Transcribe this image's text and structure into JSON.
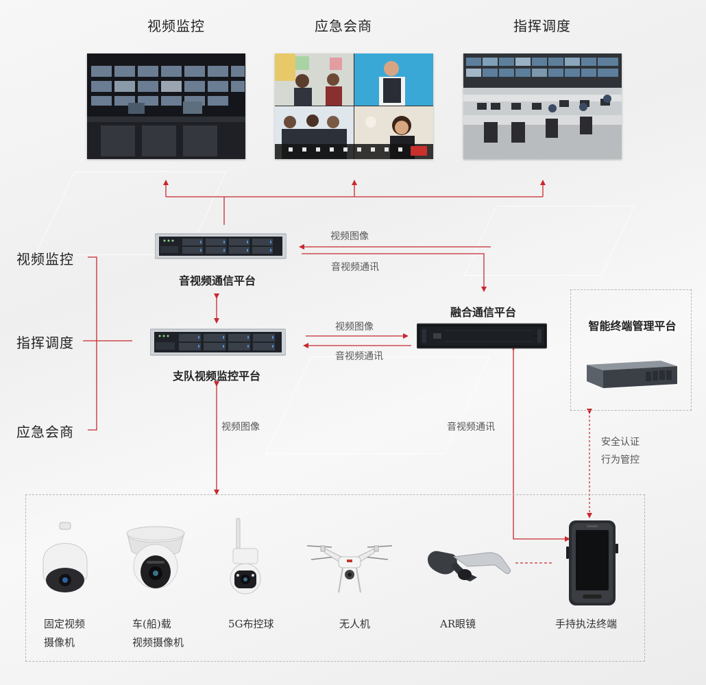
{
  "top": {
    "titles": [
      "视频监控",
      "应急会商",
      "指挥调度"
    ]
  },
  "side_labels": [
    "视频监控",
    "指挥调度",
    "应急会商"
  ],
  "nodes": {
    "av_platform": "音视频通信平台",
    "video_platform": "支队视频监控平台",
    "fusion_platform": "融合通信平台",
    "terminal_mgmt": "智能终端管理平台"
  },
  "edges": {
    "video_image_1": "视频图像",
    "av_comm_1": "音视频通讯",
    "video_image_2": "视频图像",
    "av_comm_2": "音视频通讯",
    "video_image_3": "视频图像",
    "av_comm_3": "音视频通讯",
    "security_line1": "安全认证",
    "security_line2": "行为管控"
  },
  "devices": [
    {
      "line1": "固定视频",
      "line2": "摄像机",
      "icon": "dome-camera-icon"
    },
    {
      "line1": "车(船)载",
      "line2": "视频摄像机",
      "icon": "turret-camera-icon"
    },
    {
      "line1": "5G布控球",
      "line2": "",
      "icon": "5g-ball-camera-icon"
    },
    {
      "line1": "无人机",
      "line2": "",
      "icon": "drone-icon"
    },
    {
      "line1": "AR眼镜",
      "line2": "",
      "icon": "ar-glasses-icon"
    },
    {
      "line1": "手持执法终端",
      "line2": "",
      "icon": "handheld-terminal-icon"
    }
  ],
  "colors": {
    "connector": "#c8282e",
    "dashed_border": "#b5b5b5"
  }
}
